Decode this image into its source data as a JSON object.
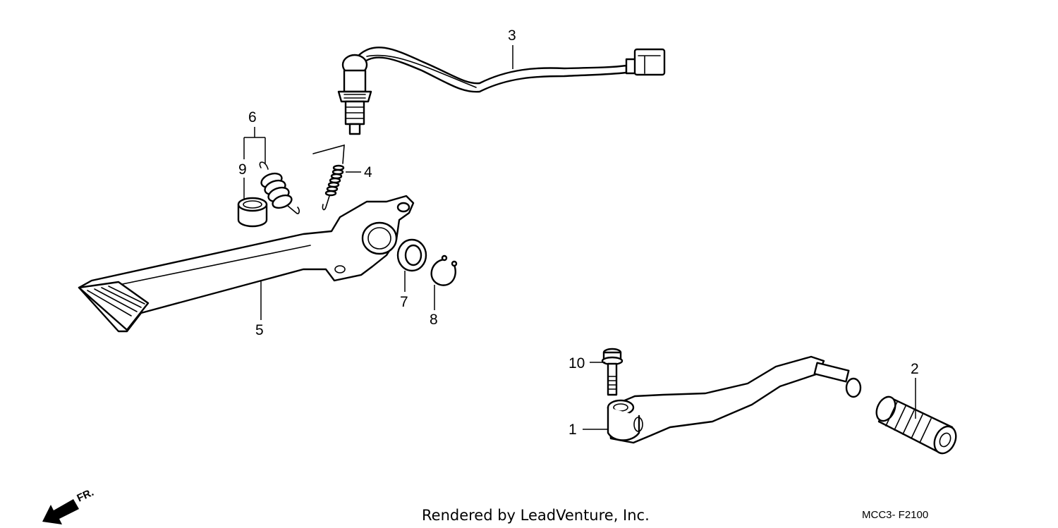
{
  "callouts": [
    {
      "id": "1",
      "label": "1"
    },
    {
      "id": "2",
      "label": "2"
    },
    {
      "id": "3",
      "label": "3"
    },
    {
      "id": "4",
      "label": "4"
    },
    {
      "id": "5",
      "label": "5"
    },
    {
      "id": "6",
      "label": "6"
    },
    {
      "id": "7",
      "label": "7"
    },
    {
      "id": "8",
      "label": "8"
    },
    {
      "id": "9",
      "label": "9"
    },
    {
      "id": "10",
      "label": "10"
    }
  ],
  "front_indicator": "FR.",
  "footer": {
    "credit": "Rendered by LeadVenture, Inc.",
    "diagram_code": "MCC3- F2100"
  }
}
